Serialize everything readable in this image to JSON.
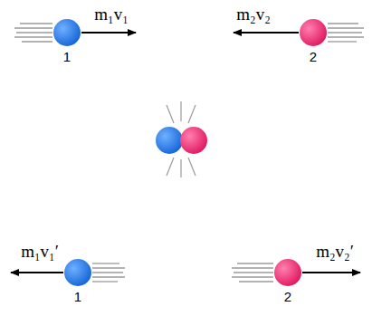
{
  "diagram": {
    "labels": [
      "m₁v₁",
      "m₂v₂",
      "1",
      "2",
      "m₁v₁′",
      "m₂v₂′",
      "1",
      "2"
    ]
  }
}
